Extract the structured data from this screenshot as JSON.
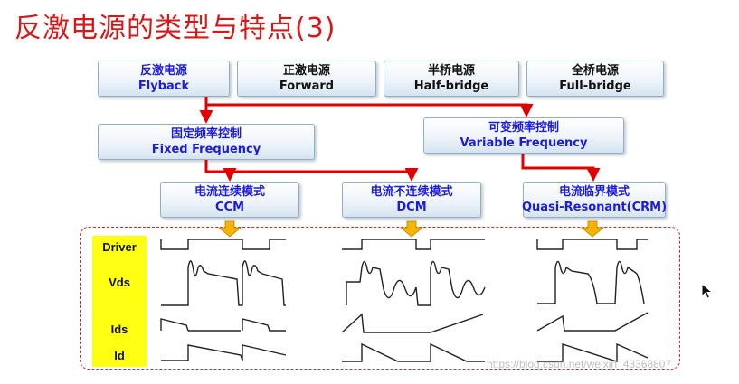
{
  "title": "反激电源的类型与特点(3)",
  "types": [
    {
      "cn": "反激电源",
      "en": "Flyback"
    },
    {
      "cn": "正激电源",
      "en": "Forward"
    },
    {
      "cn": "半桥电源",
      "en": "Half-bridge"
    },
    {
      "cn": "全桥电源",
      "en": "Full-bridge"
    }
  ],
  "frequency": [
    {
      "cn": "固定频率控制",
      "en": "Fixed Frequency"
    },
    {
      "cn": "可变频率控制",
      "en": "Variable Frequency"
    }
  ],
  "modes": [
    {
      "cn": "电流连续模式",
      "en": "CCM"
    },
    {
      "cn": "电流不连续模式",
      "en": "DCM"
    },
    {
      "cn": "电流临界模式",
      "en": "Quasi-Resonant(CRM)"
    }
  ],
  "signals": [
    "Driver",
    "Vds",
    "Ids",
    "Id"
  ],
  "watermark": "https://blog.csdn.net/weixin_43368807",
  "colors": {
    "title": "#d81818",
    "arrow": "#e00000",
    "highlight": "#ffff14",
    "down_arrow": "#f4b400",
    "primary_text": "#1c1ce0"
  }
}
